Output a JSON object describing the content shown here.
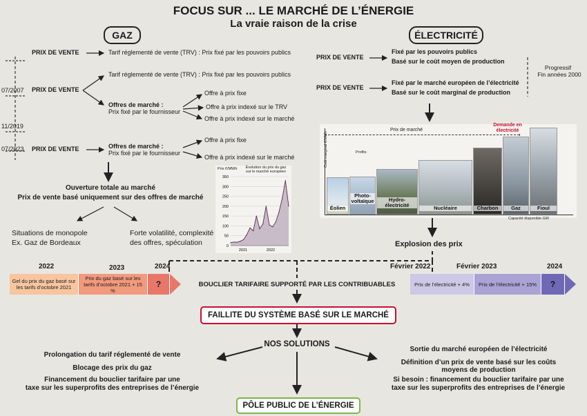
{
  "header": {
    "title": "FOCUS SUR ... LE MARCHÉ DE L’ÉNERGIE",
    "subtitle": "La vraie raison de la crise"
  },
  "gaz": {
    "heading": "GAZ",
    "dates": [
      "07/2007",
      "11/2019",
      "07/2023"
    ],
    "period1": {
      "label": "PRIX DE VENTE",
      "text": "Tarif réglementé de vente (TRV) : Prix fixé par les pouvoirs publics"
    },
    "period2": {
      "label": "PRIX DE VENTE",
      "trv": "Tarif réglementé de vente (TRV) : Prix fixé par les pouvoirs publics",
      "offres_title": "Offres de marché :",
      "offres_sub": "Prix fixé par le fournisseur",
      "options": [
        "Offre à prix fixe",
        "Offre à prix indexé sur le TRV",
        "Offre à prix indexé sur le marché"
      ]
    },
    "period3": {
      "label": "PRIX DE VENTE",
      "offres_title": "Offres de marché :",
      "offres_sub": "Prix fixé par le fournisseur",
      "options": [
        "Offre à prix fixe",
        "Offre à prix indexé sur le marché"
      ]
    },
    "ouverture_1": "Ouverture totale au marché",
    "ouverture_2": "Prix de vente basé uniquement sur des offres de marché",
    "consequence_left_1": "Situations de monopole",
    "consequence_left_2": "Ex. Gaz de Bordeaux",
    "consequence_right_1": "Forte volatilité, complexité",
    "consequence_right_2": "des offres, spéculation"
  },
  "gas_chart": {
    "ylabel": "Prix €/MWh",
    "title_1": "Évolution du prix du gaz",
    "title_2": "sur le marché européen",
    "yticks": [
      "350",
      "300",
      "250",
      "200",
      "150",
      "100",
      "50",
      "0"
    ],
    "xticks": [
      "2021",
      "2022"
    ]
  },
  "chart_data": {
    "type": "area",
    "title": "Évolution du prix du gaz sur le marché européen",
    "ylabel": "Prix €/MWh",
    "xlabel": "",
    "ylim": [
      0,
      350
    ],
    "x": [
      "2020-11",
      "2021-01",
      "2021-03",
      "2021-05",
      "2021-07",
      "2021-09",
      "2021-10",
      "2021-11",
      "2021-12",
      "2022-01",
      "2022-02",
      "2022-03",
      "2022-04",
      "2022-05",
      "2022-06",
      "2022-07",
      "2022-08",
      "2022-08b",
      "2022-09"
    ],
    "series": [
      {
        "values": [
          15,
          18,
          17,
          22,
          30,
          55,
          90,
          75,
          150,
          85,
          110,
          200,
          105,
          95,
          120,
          170,
          240,
          330,
          200
        ]
      }
    ],
    "xticks": [
      "2021",
      "2022"
    ]
  },
  "elec": {
    "heading": "ÉLECTRICITÉ",
    "period1": {
      "label": "PRIX DE VENTE",
      "line1": "Fixé par les pouvoirs publics",
      "line2": "Basé sur le coût moyen de production"
    },
    "period2": {
      "label": "PRIX DE VENTE",
      "line1": "Fixé par le marché européen de l’électricité",
      "line2": "Basé sur le coût marginal de production"
    },
    "progressif_1": "Progressif",
    "progressif_2": "Fin années 2000",
    "explosion": "Explosion des prix"
  },
  "merit_order": {
    "ylabel": "Coût marginal €/MWh",
    "xlabel": "Capacité disponible GW",
    "price_label": "Prix de marché",
    "profits_label": "Profits",
    "demand_label_1": "Demande en",
    "demand_label_2": "électricité",
    "sources": [
      "Éolien",
      "Photo-voltaïque",
      "Hydro-électricité",
      "Nucléaire",
      "Charbon",
      "Gaz",
      "Fioul"
    ]
  },
  "timeline_gaz": {
    "years": [
      "2022",
      "2023",
      "2024"
    ],
    "seg1": "Gel du prix du gaz basé sur les tarifs d’octobre 2021",
    "seg2": "Prix du gaz basé sur les tarifs d’octobre 2021 + 15 %",
    "seg3": "?"
  },
  "timeline_elec": {
    "years": [
      "Février 2022",
      "Février 2023",
      "2024"
    ],
    "seg1": "Prix de l’électricité + 4%",
    "seg2": "Prix de l’électricité + 15%",
    "seg3": "?"
  },
  "bouclier": "BOUCLIER TARIFAIRE SUPPORTÉ PAR LES CONTRIBUABLES",
  "faillite": "FAILLITE DU SYSTÈME BASÉ SUR LE MARCHÉ",
  "solutions": {
    "title": "NOS SOLUTIONS",
    "left": [
      "Prolongation du tarif réglementé de vente",
      "Blocage des prix du gaz",
      "Financement du bouclier tarifaire par une",
      "taxe sur les superprofits des entreprises de l’énergie"
    ],
    "right": [
      "Sortie du marché européen de l’électricité",
      "Définition d’un prix de vente basé sur les coûts",
      "moyens de production",
      "Si besoin : financement du bouclier tarifaire par une",
      "taxe sur les superprofits des entreprises de l’énergie"
    ],
    "pole": "PÔLE PUBLIC DE L’ÉNERGIE"
  },
  "colors": {
    "gaz_seg1": "#f7c59f",
    "gaz_seg2": "#f29a7e",
    "gaz_seg3": "#e8776a",
    "elec_seg1": "#cdc8e6",
    "elec_seg2": "#aaa3d4",
    "elec_seg3": "#6f69b5",
    "faillite_border": "#c8102e",
    "pole_border": "#7ab648"
  }
}
